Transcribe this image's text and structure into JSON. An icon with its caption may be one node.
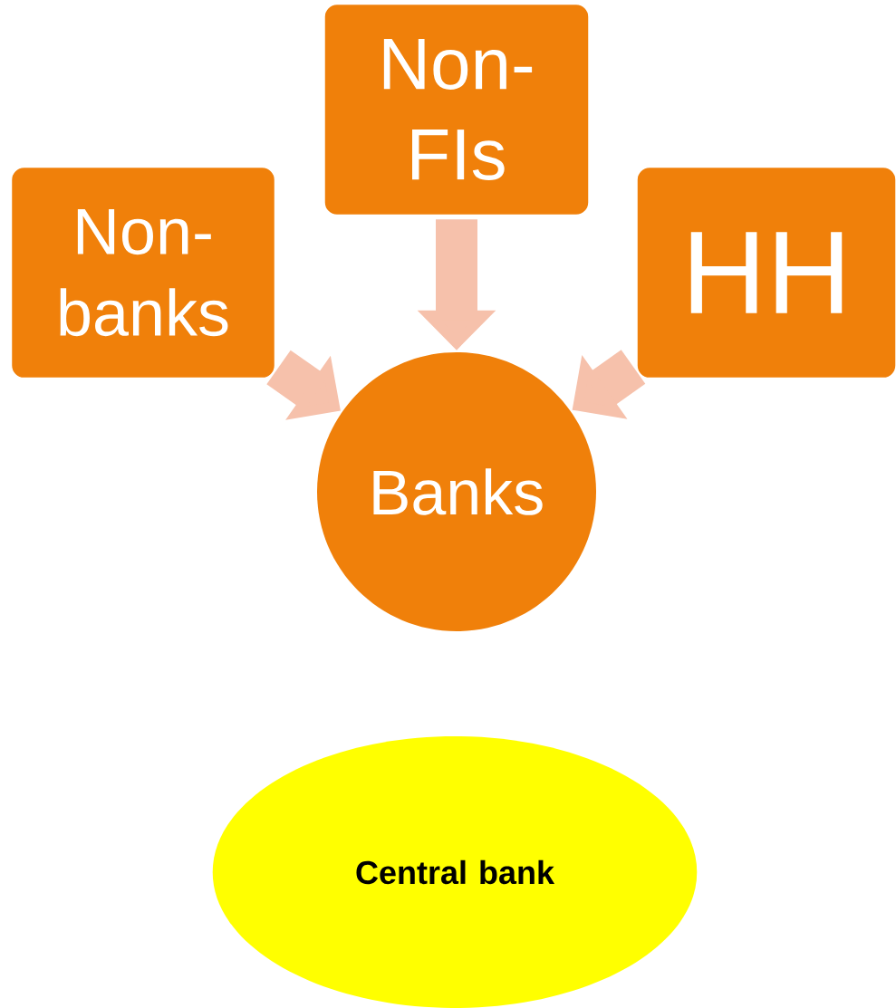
{
  "diagram": {
    "nodes": [
      {
        "text": [
          "Non-FIs"
        ]
      },
      {
        "text": [
          "Non-banks"
        ]
      },
      {
        "text": [
          "HH"
        ]
      },
      {
        "text": [
          "Banks"
        ]
      },
      {
        "text": [
          "Central bank"
        ]
      }
    ],
    "edges": [
      {
        "from": 0,
        "to": 3,
        "arrow": "to"
      },
      {
        "from": 1,
        "to": 3,
        "arrow": "to"
      },
      {
        "from": 2,
        "to": 3,
        "arrow": "to"
      }
    ]
  }
}
